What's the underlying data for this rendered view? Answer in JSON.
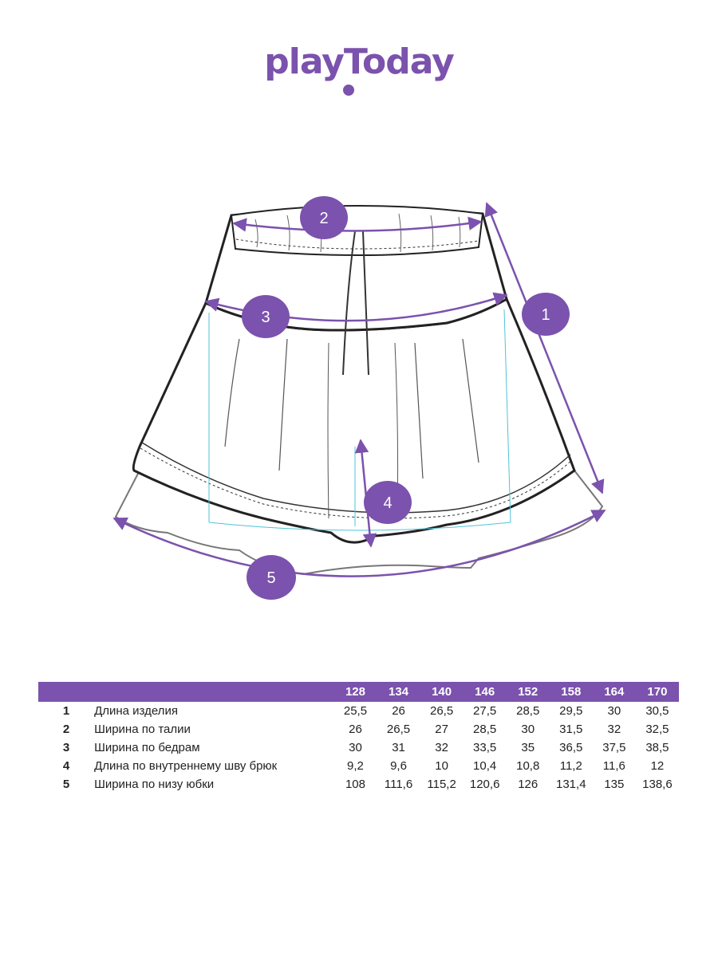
{
  "brand": {
    "logo_text": "playToday",
    "color": "#7b52ad"
  },
  "callouts": [
    "1",
    "2",
    "3",
    "4",
    "5"
  ],
  "table": {
    "sizes": [
      "128",
      "134",
      "140",
      "146",
      "152",
      "158",
      "164",
      "170"
    ],
    "rows": [
      {
        "num": "1",
        "label": "Длина изделия",
        "values": [
          "25,5",
          "26",
          "26,5",
          "27,5",
          "28,5",
          "29,5",
          "30",
          "30,5"
        ]
      },
      {
        "num": "2",
        "label": "Ширина по талии",
        "values": [
          "26",
          "26,5",
          "27",
          "28,5",
          "30",
          "31,5",
          "32",
          "32,5"
        ]
      },
      {
        "num": "3",
        "label": "Ширина по бедрам",
        "values": [
          "30",
          "31",
          "32",
          "33,5",
          "35",
          "36,5",
          "37,5",
          "38,5"
        ]
      },
      {
        "num": "4",
        "label": "Длина по внутреннему шву брюк",
        "values": [
          "9,2",
          "9,6",
          "10",
          "10,4",
          "10,8",
          "11,2",
          "11,6",
          "12"
        ]
      },
      {
        "num": "5",
        "label": "Ширина по низу юбки",
        "values": [
          "108",
          "111,6",
          "115,2",
          "120,6",
          "126",
          "131,4",
          "135",
          "138,6"
        ]
      }
    ]
  }
}
